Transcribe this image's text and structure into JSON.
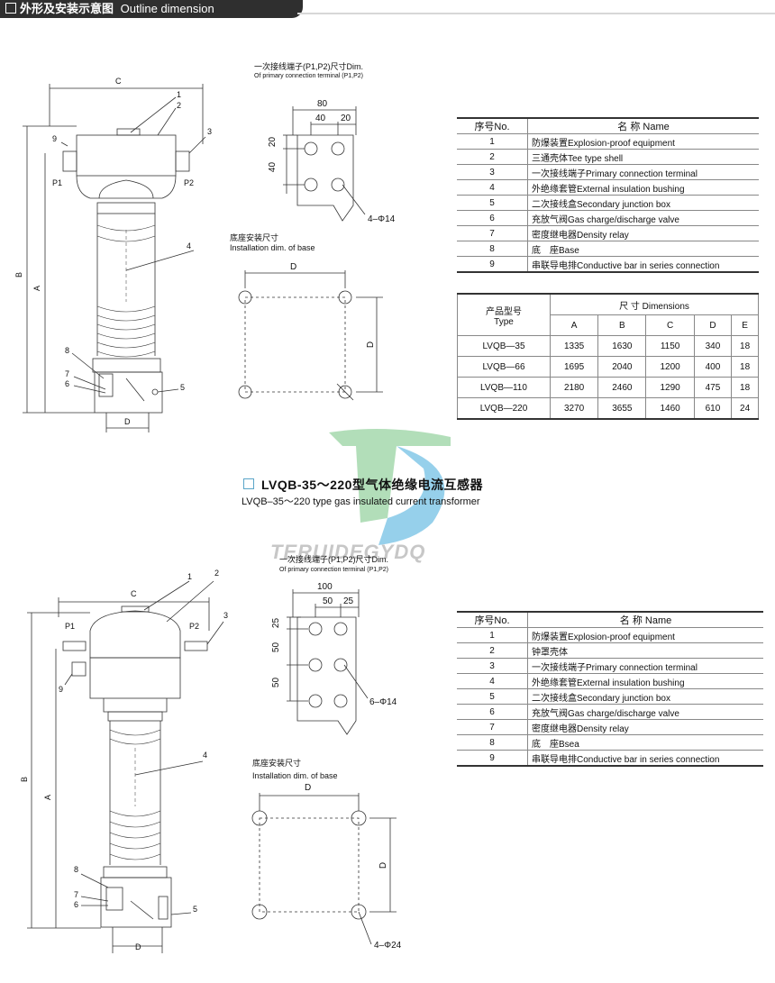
{
  "header": {
    "title_cn": "外形及安装示意图",
    "title_en": "Outline dimension"
  },
  "watermark": {
    "text": "TERUIDEGYDQ",
    "colors": {
      "green": "#9fd6a8",
      "blue": "#7cc4e6"
    }
  },
  "top": {
    "dim_c": "C",
    "dim_b": "B",
    "dim_a": "A",
    "dim_d": "D",
    "p1": "P1",
    "p2": "P2",
    "parts": [
      "1",
      "2",
      "3",
      "4",
      "5",
      "6",
      "7",
      "8",
      "9"
    ],
    "terminal_title_cn": "一次接线端子(P1,P2)尺寸Dim.",
    "terminal_title_en": "Of primary connection terminal (P1,P2)",
    "terminal_dims": {
      "w_total": "80",
      "w1": "40",
      "w2": "20",
      "h1": "20",
      "h2": "40",
      "holes": "4–Φ14"
    },
    "base_title_cn": "底座安装尺寸",
    "base_title_en": "Installation dim. of base",
    "base_d": "D"
  },
  "parts_table_1": {
    "col_no": "序号No.",
    "col_name": "名 称 Name",
    "rows": [
      {
        "no": "1",
        "name": "防爆装置Explosion-proof equipment"
      },
      {
        "no": "2",
        "name": "三通壳体Tee type shell"
      },
      {
        "no": "3",
        "name": "一次接线端子Primary connection terminal"
      },
      {
        "no": "4",
        "name": "外绝缘套管External insulation bushing"
      },
      {
        "no": "5",
        "name": "二次接线盒Secondary junction box"
      },
      {
        "no": "6",
        "name": "充放气阀Gas charge/discharge valve"
      },
      {
        "no": "7",
        "name": "密度继电器Density relay"
      },
      {
        "no": "8",
        "name": "底　座Base"
      },
      {
        "no": "9",
        "name": "串联导电排Conductive bar in series connection"
      }
    ]
  },
  "dims_table": {
    "col_type_cn": "产品型号",
    "col_type_en": "Type",
    "col_dims": "尺 寸 Dimensions",
    "cols": [
      "A",
      "B",
      "C",
      "D",
      "E"
    ],
    "rows": [
      {
        "type": "LVQB—35",
        "v": [
          "1335",
          "1630",
          "1150",
          "340",
          "18"
        ]
      },
      {
        "type": "LVQB—66",
        "v": [
          "1695",
          "2040",
          "1200",
          "400",
          "18"
        ]
      },
      {
        "type": "LVQB—110",
        "v": [
          "2180",
          "2460",
          "1290",
          "475",
          "18"
        ]
      },
      {
        "type": "LVQB—220",
        "v": [
          "3270",
          "3655",
          "1460",
          "610",
          "24"
        ]
      }
    ]
  },
  "section2": {
    "title": "LVQB-35～220型气体绝缘电流互感器",
    "subtitle": "LVQB–35～220 type gas insulated current transformer"
  },
  "bottom": {
    "dim_c": "C",
    "dim_b": "B",
    "dim_a": "A",
    "dim_d": "D",
    "p1": "P1",
    "p2": "P2",
    "terminal_title_cn": "一次接线端子(P1,P2)尺寸Dim.",
    "terminal_title_en": "Of primary connection terminal (P1,P2)",
    "terminal_dims": {
      "w_total": "100",
      "w1": "50",
      "w2": "25",
      "h1": "25",
      "h2": "50",
      "h3": "50",
      "holes": "6–Φ14"
    },
    "base_title_cn": "底座安装尺寸",
    "base_title_en": "Installation dim. of base",
    "base_d": "D",
    "base_holes": "4–Φ24"
  },
  "parts_table_2": {
    "col_no": "序号No.",
    "col_name": "名 称 Name",
    "rows": [
      {
        "no": "1",
        "name": "防爆装置Explosion-proof equipment"
      },
      {
        "no": "2",
        "name": "钟罩壳体"
      },
      {
        "no": "3",
        "name": "一次接线端子Primary connection terminal"
      },
      {
        "no": "4",
        "name": "外绝缘套管External insulation bushing"
      },
      {
        "no": "5",
        "name": "二次接线盒Secondary junction box"
      },
      {
        "no": "6",
        "name": "充放气阀Gas charge/discharge valve"
      },
      {
        "no": "7",
        "name": "密度继电器Density relay"
      },
      {
        "no": "8",
        "name": "底　座Bsea"
      },
      {
        "no": "9",
        "name": "串联导电排Conductive bar in series connection"
      }
    ]
  }
}
